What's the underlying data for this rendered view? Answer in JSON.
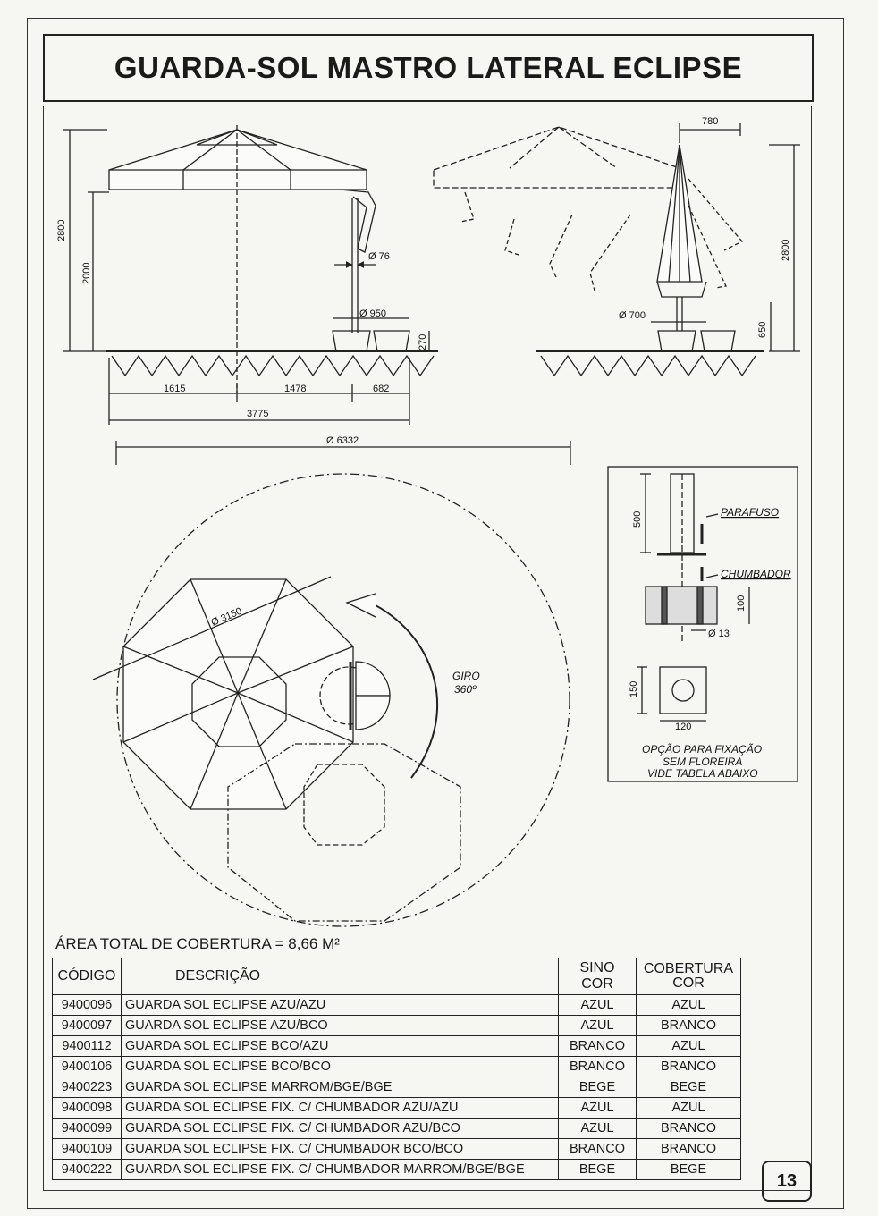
{
  "title": "GUARDA-SOL MASTRO LATERAL ECLIPSE",
  "dimensions": {
    "h2800_left": "2800",
    "h2000": "2000",
    "d76": "Ø 76",
    "d950": "Ø 950",
    "h270": "270",
    "w1615": "1615",
    "w1478": "1478",
    "w682": "682",
    "w3775": "3775",
    "w780": "780",
    "h2800_right": "2800",
    "d700": "Ø 700",
    "h650": "650",
    "d6332": "Ø 6332",
    "d3150": "Ø 3150",
    "giro": "GIRO",
    "giro_deg": "360º"
  },
  "detail": {
    "h500": "500",
    "parafuso": "PARAFUSO",
    "chumbador": "CHUMBADOR",
    "h100": "100",
    "d13": "Ø 13",
    "h150": "150",
    "w120": "120",
    "note_line1": "OPÇÃO PARA FIXAÇÃO",
    "note_line2": "SEM FLOREIRA",
    "note_line3": "VIDE TABELA ABAIXO"
  },
  "area_text": "ÁREA TOTAL DE COBERTURA = 8,66 M²",
  "table": {
    "headers": {
      "codigo": "CÓDIGO",
      "descricao": "DESCRIÇÃO",
      "sino_cor": "SINO COR",
      "cobertura_line1": "COBERTURA",
      "cobertura_line2": "COR"
    },
    "rows": [
      {
        "codigo": "9400096",
        "descricao": "GUARDA SOL ECLIPSE AZU/AZU",
        "sino": "AZUL",
        "cobertura": "AZUL"
      },
      {
        "codigo": "9400097",
        "descricao": "GUARDA SOL ECLIPSE AZU/BCO",
        "sino": "AZUL",
        "cobertura": "BRANCO"
      },
      {
        "codigo": "9400112",
        "descricao": "GUARDA SOL ECLIPSE BCO/AZU",
        "sino": "BRANCO",
        "cobertura": "AZUL"
      },
      {
        "codigo": "9400106",
        "descricao": "GUARDA SOL ECLIPSE BCO/BCO",
        "sino": "BRANCO",
        "cobertura": "BRANCO"
      },
      {
        "codigo": "9400223",
        "descricao": "GUARDA SOL ECLIPSE MARROM/BGE/BGE",
        "sino": "BEGE",
        "cobertura": "BEGE"
      },
      {
        "codigo": "9400098",
        "descricao": "GUARDA SOL ECLIPSE FIX. C/ CHUMBADOR AZU/AZU",
        "sino": "AZUL",
        "cobertura": "AZUL"
      },
      {
        "codigo": "9400099",
        "descricao": "GUARDA SOL ECLIPSE FIX. C/ CHUMBADOR AZU/BCO",
        "sino": "AZUL",
        "cobertura": "BRANCO"
      },
      {
        "codigo": "9400109",
        "descricao": "GUARDA SOL ECLIPSE FIX. C/ CHUMBADOR BCO/BCO",
        "sino": "BRANCO",
        "cobertura": "BRANCO"
      },
      {
        "codigo": "9400222",
        "descricao": "GUARDA SOL ECLIPSE FIX. C/ CHUMBADOR MARROM/BGE/BGE",
        "sino": "BEGE",
        "cobertura": "BEGE"
      }
    ]
  },
  "page_number": "13"
}
